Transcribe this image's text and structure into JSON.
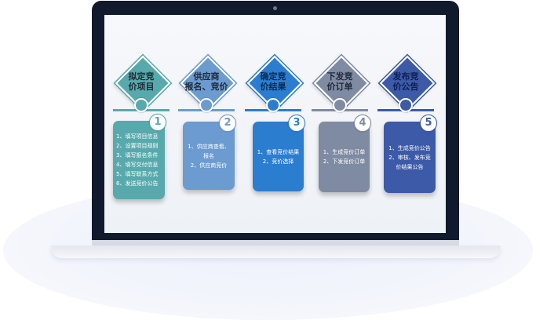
{
  "colors": {
    "step1": "#58a9ac",
    "step2": "#6b9bd0",
    "step3": "#2b7dd0",
    "step4": "#7f8ba3",
    "step5": "#3d5aa8"
  },
  "steps": [
    {
      "number": "1",
      "title_line1": "拟定竞",
      "title_line2": "价项目",
      "items": [
        "1、填写项目信息",
        "2、设置项目规则",
        "3、填写报名条件",
        "4、填写交付信息",
        "5、填写联系方式",
        "6、发送竞价公告"
      ]
    },
    {
      "number": "2",
      "title_line1": "供应商",
      "title_line2": "报名、竞价",
      "items": [
        "1、供应商查看、",
        "报名",
        "2、供应商竞价"
      ]
    },
    {
      "number": "3",
      "title_line1": "确定竞",
      "title_line2": "价结果",
      "items": [
        "1、查看竞价结果",
        "2、竞价选择"
      ]
    },
    {
      "number": "4",
      "title_line1": "下发竞",
      "title_line2": "价订单",
      "items": [
        "1、生成竞价订单",
        "2、下发竞价订单"
      ]
    },
    {
      "number": "5",
      "title_line1": "发布竞",
      "title_line2": "价公告",
      "items": [
        "1、生成竞价公告",
        "2、审核、发布竞",
        "价结果公告"
      ]
    }
  ]
}
